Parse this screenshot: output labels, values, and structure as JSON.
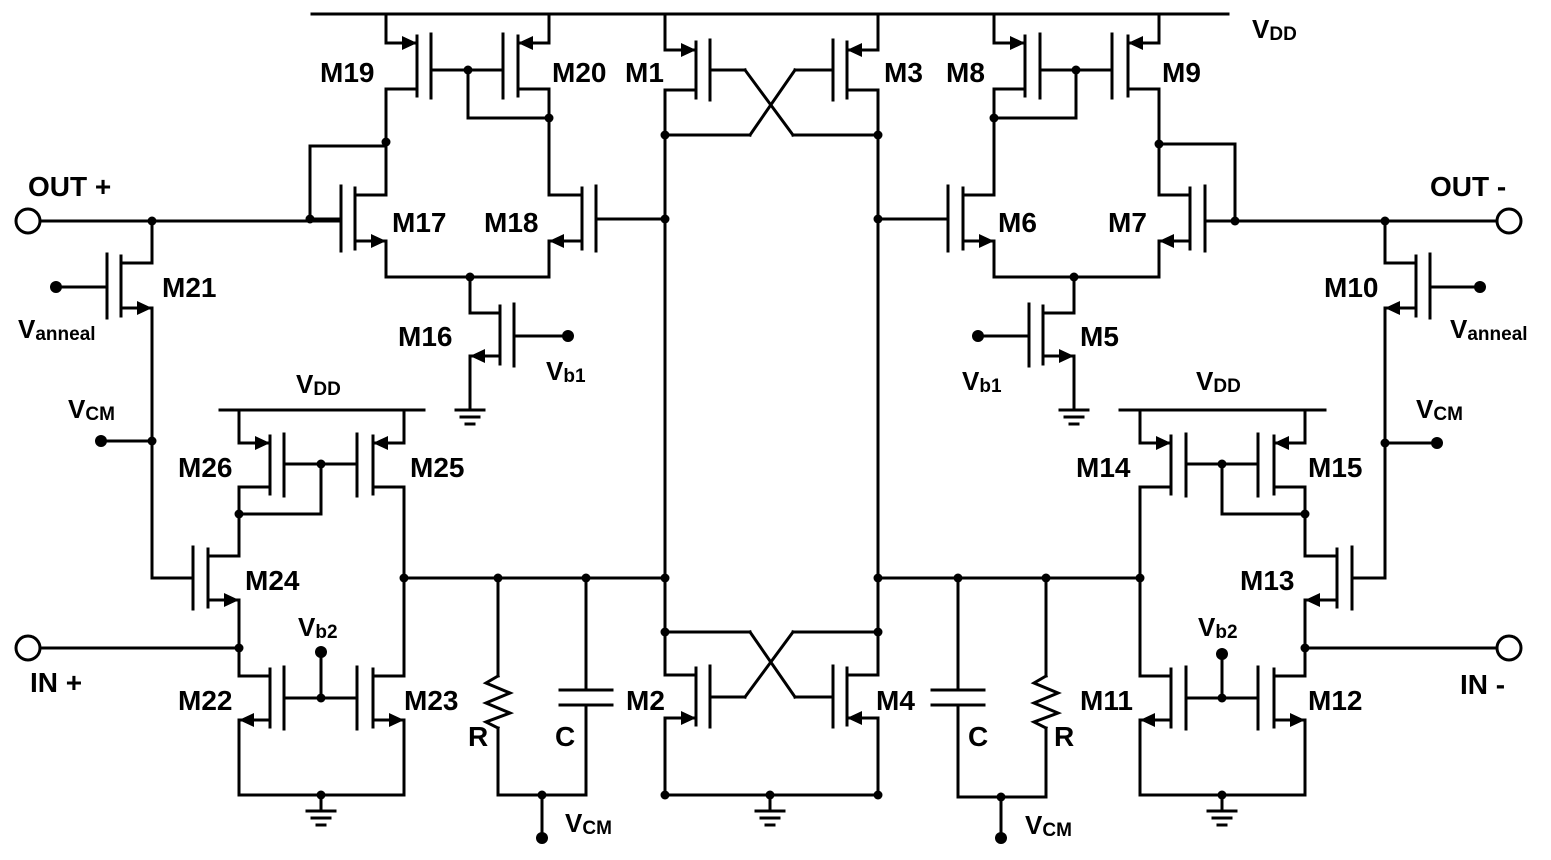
{
  "supply": {
    "vdd": "V",
    "vdd_sub": "DD"
  },
  "bias": {
    "vcm": "V",
    "vcm_sub": "CM",
    "vb1": "V",
    "vb1_sub": "b1",
    "vb2": "V",
    "vb2_sub": "b2",
    "vanneal": "V",
    "vanneal_sub": "anneal"
  },
  "ports": {
    "out_plus": "OUT +",
    "out_minus": "OUT -",
    "in_plus": "IN +",
    "in_minus": "IN -"
  },
  "passives": {
    "r": "R",
    "c": "C"
  },
  "transistors": {
    "m1": "M1",
    "m2": "M2",
    "m3": "M3",
    "m4": "M4",
    "m5": "M5",
    "m6": "M6",
    "m7": "M7",
    "m8": "M8",
    "m9": "M9",
    "m10": "M10",
    "m11": "M11",
    "m12": "M12",
    "m13": "M13",
    "m14": "M14",
    "m15": "M15",
    "m16": "M16",
    "m17": "M17",
    "m18": "M18",
    "m19": "M19",
    "m20": "M20",
    "m21": "M21",
    "m22": "M22",
    "m23": "M23",
    "m24": "M24",
    "m25": "M25",
    "m26": "M26"
  }
}
